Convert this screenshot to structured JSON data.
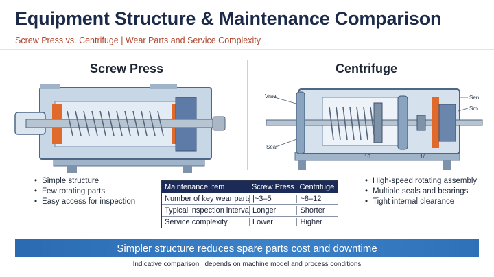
{
  "header": {
    "title": "Equipment Structure & Maintenance Comparison",
    "subtitle": "Screw Press vs. Centrifuge | Wear Parts and Service Complexity"
  },
  "screw_press": {
    "heading": "Screw Press",
    "bullets": [
      "Simple structure",
      "Few rotating parts",
      "Easy access for inspection"
    ]
  },
  "centrifuge": {
    "heading": "Centrifuge",
    "callouts": {
      "top_left": "Vrae",
      "bottom_left": "Seal",
      "top_right": "Sen",
      "mid_right": "Sm",
      "bottom_mid": "10",
      "bottom_right": "1/"
    },
    "bullets": [
      "High-speed rotating assembly",
      "Multiple seals and bearings",
      "Tight internal clearance"
    ]
  },
  "table": {
    "headers": [
      "Maintenance Item",
      "Screw Press",
      "Centrifuge"
    ],
    "rows": [
      [
        "Number of key wear parts –",
        "|~3–5",
        "~8–12"
      ],
      [
        "Typical inspection  interval",
        "Longer",
        "Shorter"
      ],
      [
        "Service complexity",
        "Lower",
        "Higher"
      ]
    ]
  },
  "banner": "Simpler structure reduces spare parts cost and downtime",
  "footnote": "Indicative comparison | depends on machine model and process conditions",
  "colors": {
    "title": "#1c2b49",
    "subtitle": "#b0452e",
    "table_header": "#1b2a57",
    "banner": "#3c82c9",
    "accent_orange": "#e06a2c",
    "machine_body": "#c8d7e6"
  }
}
